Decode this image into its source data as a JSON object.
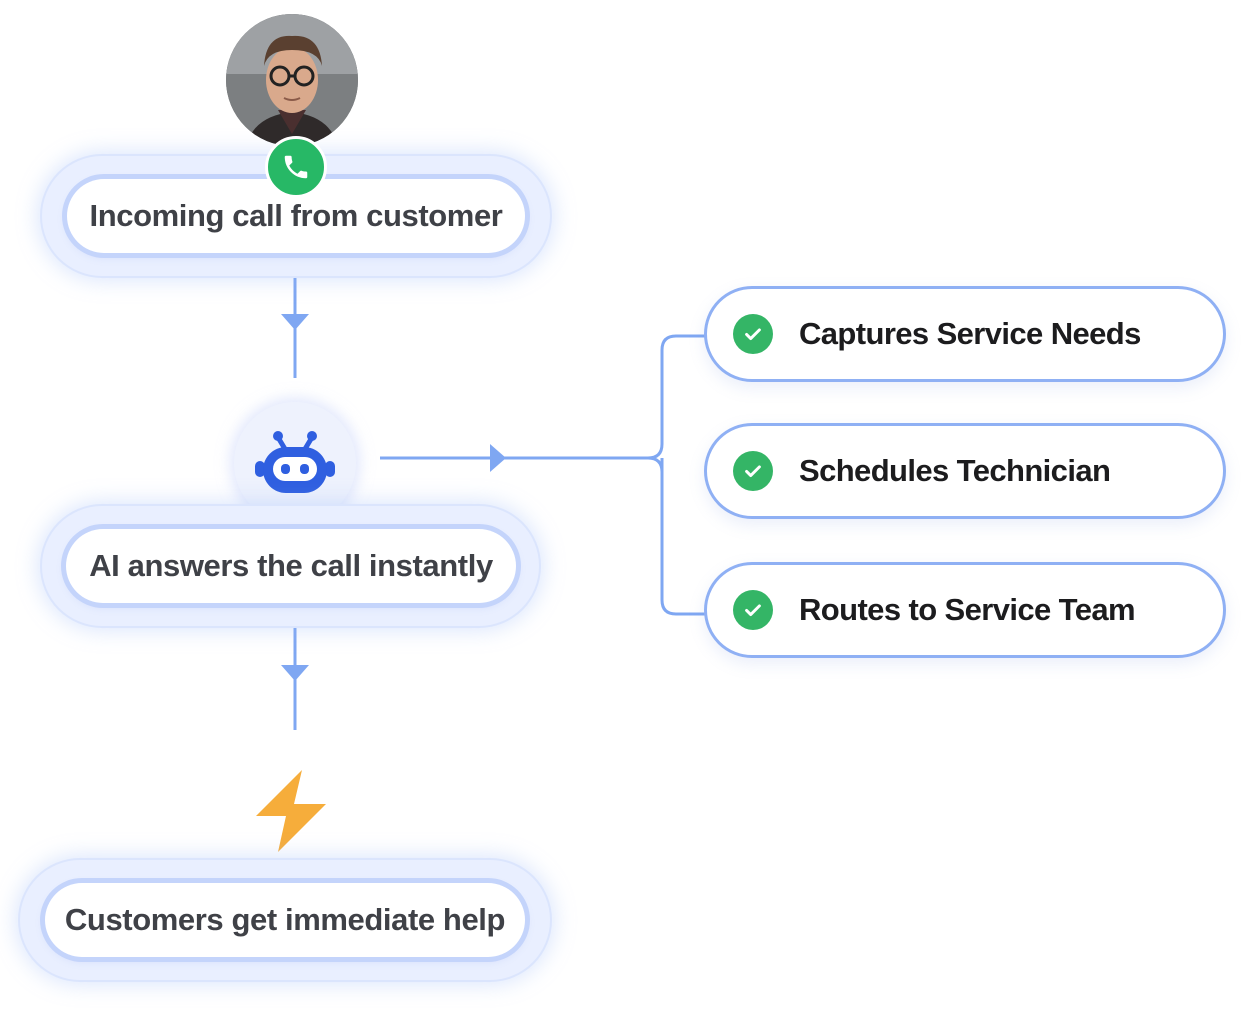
{
  "flow": {
    "step1": "Incoming call from customer",
    "step2": "AI answers the call instantly",
    "step3": "Customers get immediate help"
  },
  "outcomes": [
    {
      "label": "Captures Service Needs"
    },
    {
      "label": "Schedules Technician"
    },
    {
      "label": "Routes to Service Team"
    }
  ],
  "icons": {
    "phone": "phone-icon",
    "robot": "robot-icon",
    "bolt": "lightning-icon",
    "check": "check-circle-icon",
    "avatar": "customer-avatar"
  },
  "colors": {
    "connector": "#7fa7f2",
    "phone_badge": "#27b866",
    "check": "#34b566",
    "robot": "#2f5fe0",
    "bolt": "#f6ad3b",
    "pill_ring": "#c4d4fb",
    "outcome_border": "#8fb0f4"
  }
}
